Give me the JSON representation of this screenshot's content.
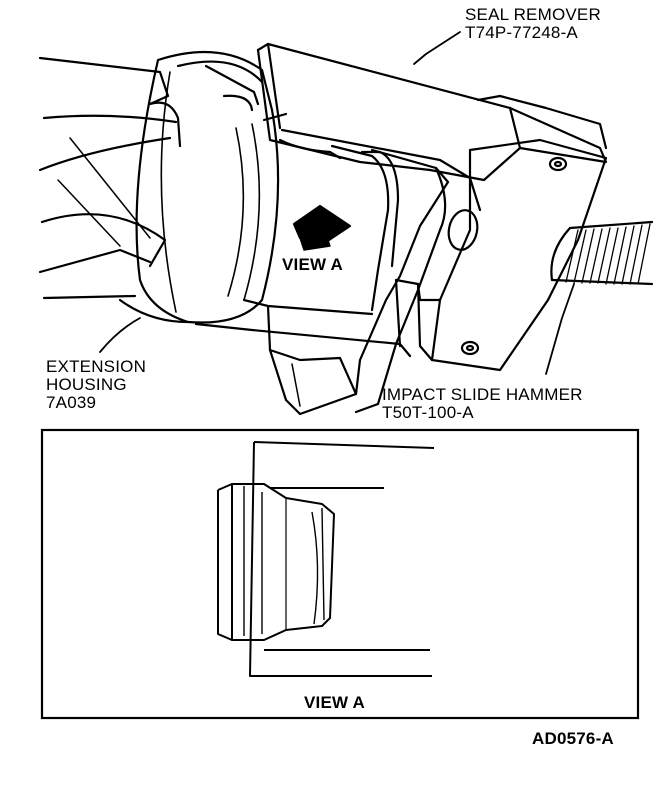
{
  "labels": {
    "seal_remover": {
      "line1": "SEAL REMOVER",
      "line2": "T74P-77248-A"
    },
    "extension_housing": {
      "line1": "EXTENSION",
      "line2": "HOUSING",
      "line3": "7A039"
    },
    "impact_slide_hammer": {
      "line1": "IMPACT SLIDE HAMMER",
      "line2": "T50T-100-A"
    },
    "view_a_arrow": "VIEW A",
    "view_a_inset": "VIEW A",
    "figure_code": "AD0576-A"
  },
  "colors": {
    "ink": "#000000",
    "paper": "#ffffff"
  }
}
